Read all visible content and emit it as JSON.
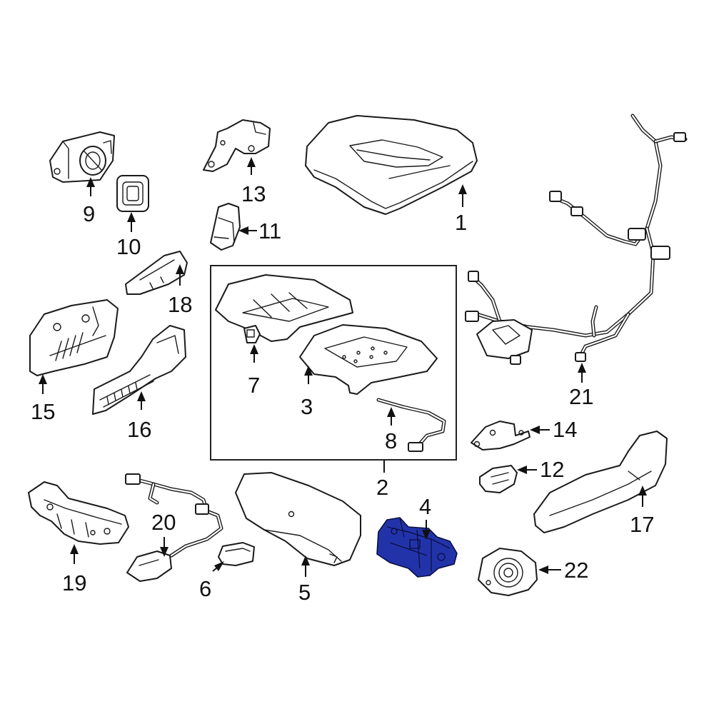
{
  "callouts": {
    "c1": "1",
    "c2": "2",
    "c3": "3",
    "c4": "4",
    "c5": "5",
    "c6": "6",
    "c7": "7",
    "c8": "8",
    "c9": "9",
    "c10": "10",
    "c11": "11",
    "c12": "12",
    "c13": "13",
    "c14": "14",
    "c15": "15",
    "c16": "16",
    "c17": "17",
    "c18": "18",
    "c19": "19",
    "c20": "20",
    "c21": "21",
    "c22": "22"
  },
  "colors": {
    "highlight": "#2233aa",
    "line": "#1a1a1a",
    "background": "#ffffff"
  }
}
